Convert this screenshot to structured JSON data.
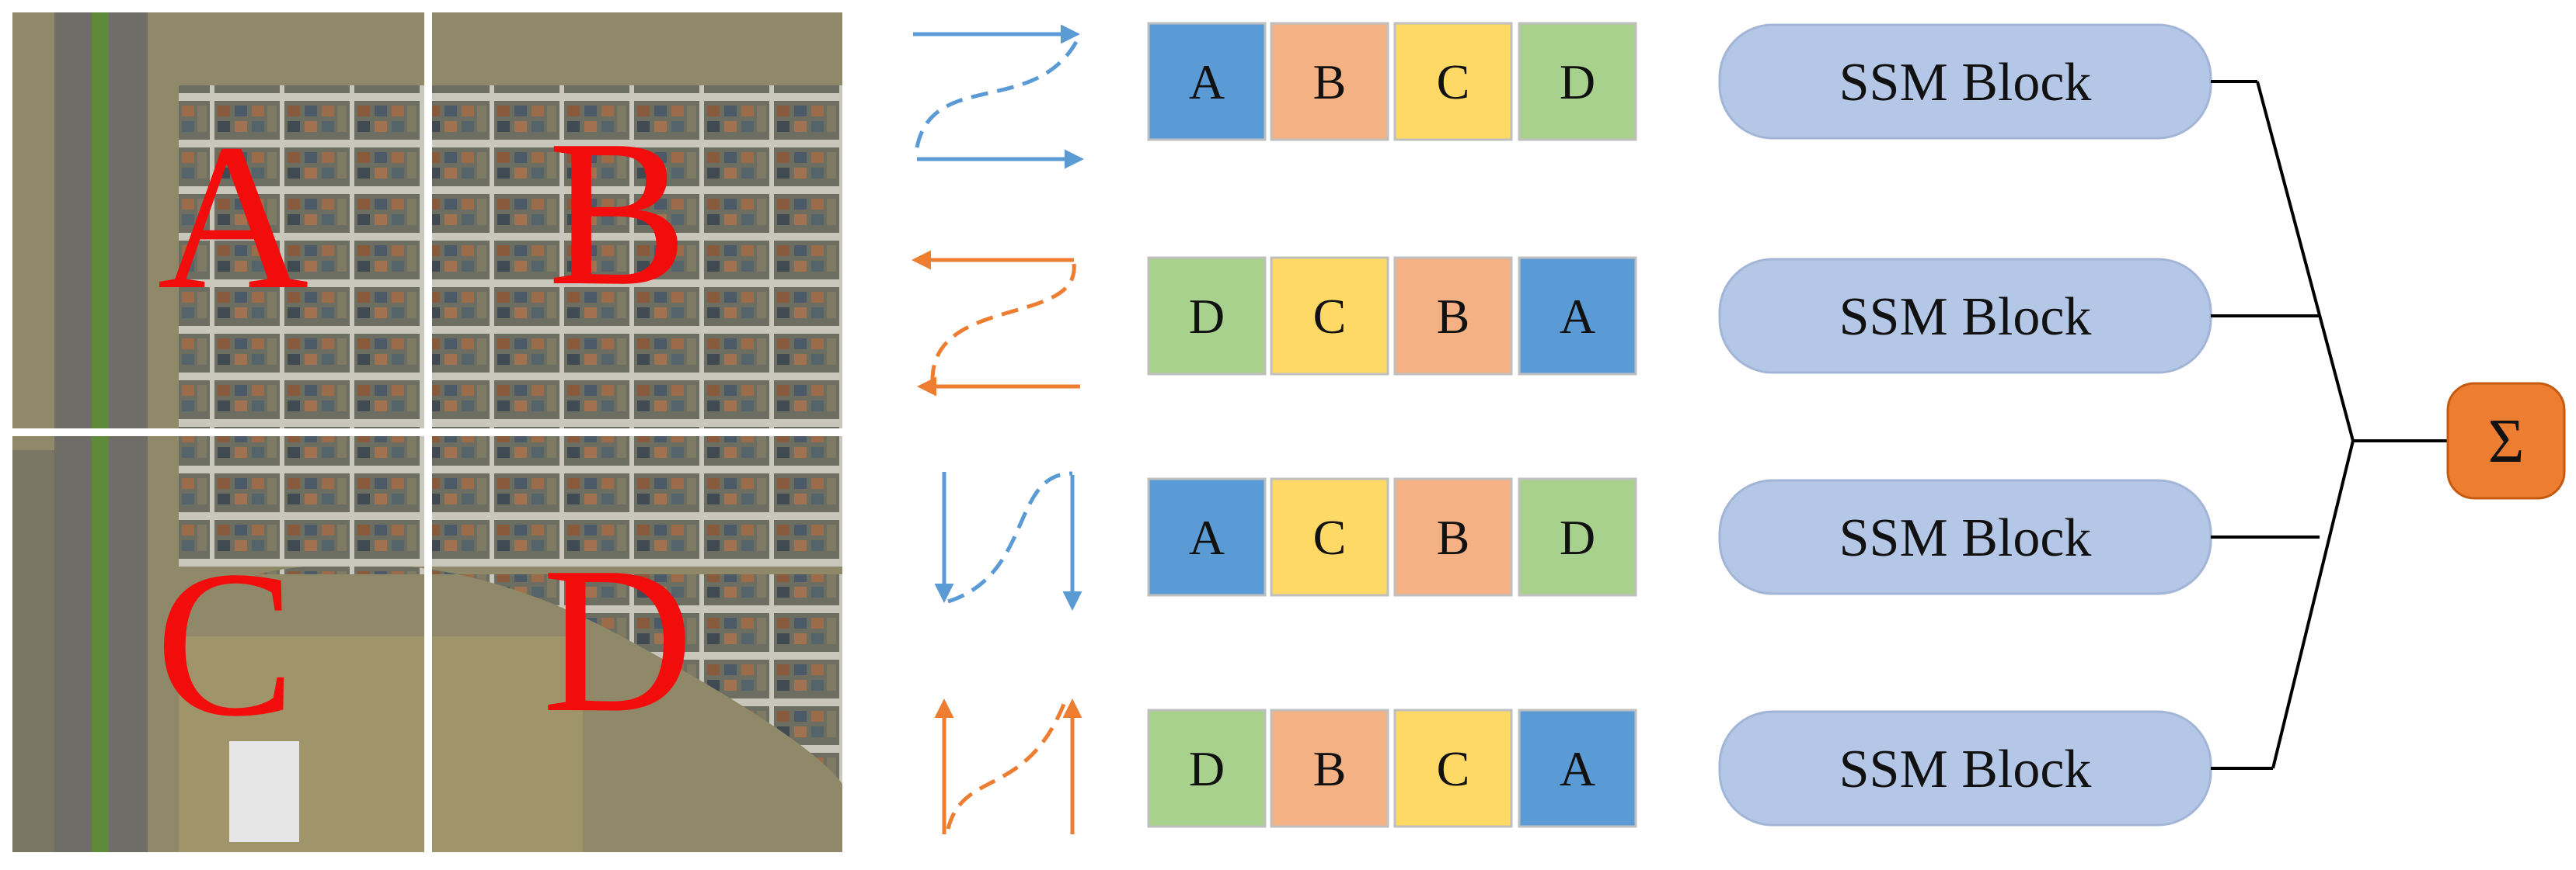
{
  "image": {
    "quadrants": [
      "A",
      "B",
      "C",
      "D"
    ]
  },
  "scans": [
    {
      "order": [
        "A",
        "B",
        "C",
        "D"
      ],
      "direction": "row-major forward",
      "color": "#5b9bd5",
      "block_label": "SSM Block"
    },
    {
      "order": [
        "D",
        "C",
        "B",
        "A"
      ],
      "direction": "row-major reverse",
      "color": "#ed7d31",
      "block_label": "SSM Block"
    },
    {
      "order": [
        "A",
        "C",
        "B",
        "D"
      ],
      "direction": "column-major forward",
      "color": "#5b9bd5",
      "block_label": "SSM Block"
    },
    {
      "order": [
        "D",
        "B",
        "C",
        "A"
      ],
      "direction": "column-major reverse",
      "color": "#ed7d31",
      "block_label": "SSM Block"
    }
  ],
  "cell_colors": {
    "A": "#5b9bd5",
    "B": "#f4b183",
    "C": "#ffd966",
    "D": "#a9d18e"
  },
  "block_color": "#b4c7e7",
  "sum": {
    "symbol": "Σ",
    "color": "#ed7d31"
  }
}
